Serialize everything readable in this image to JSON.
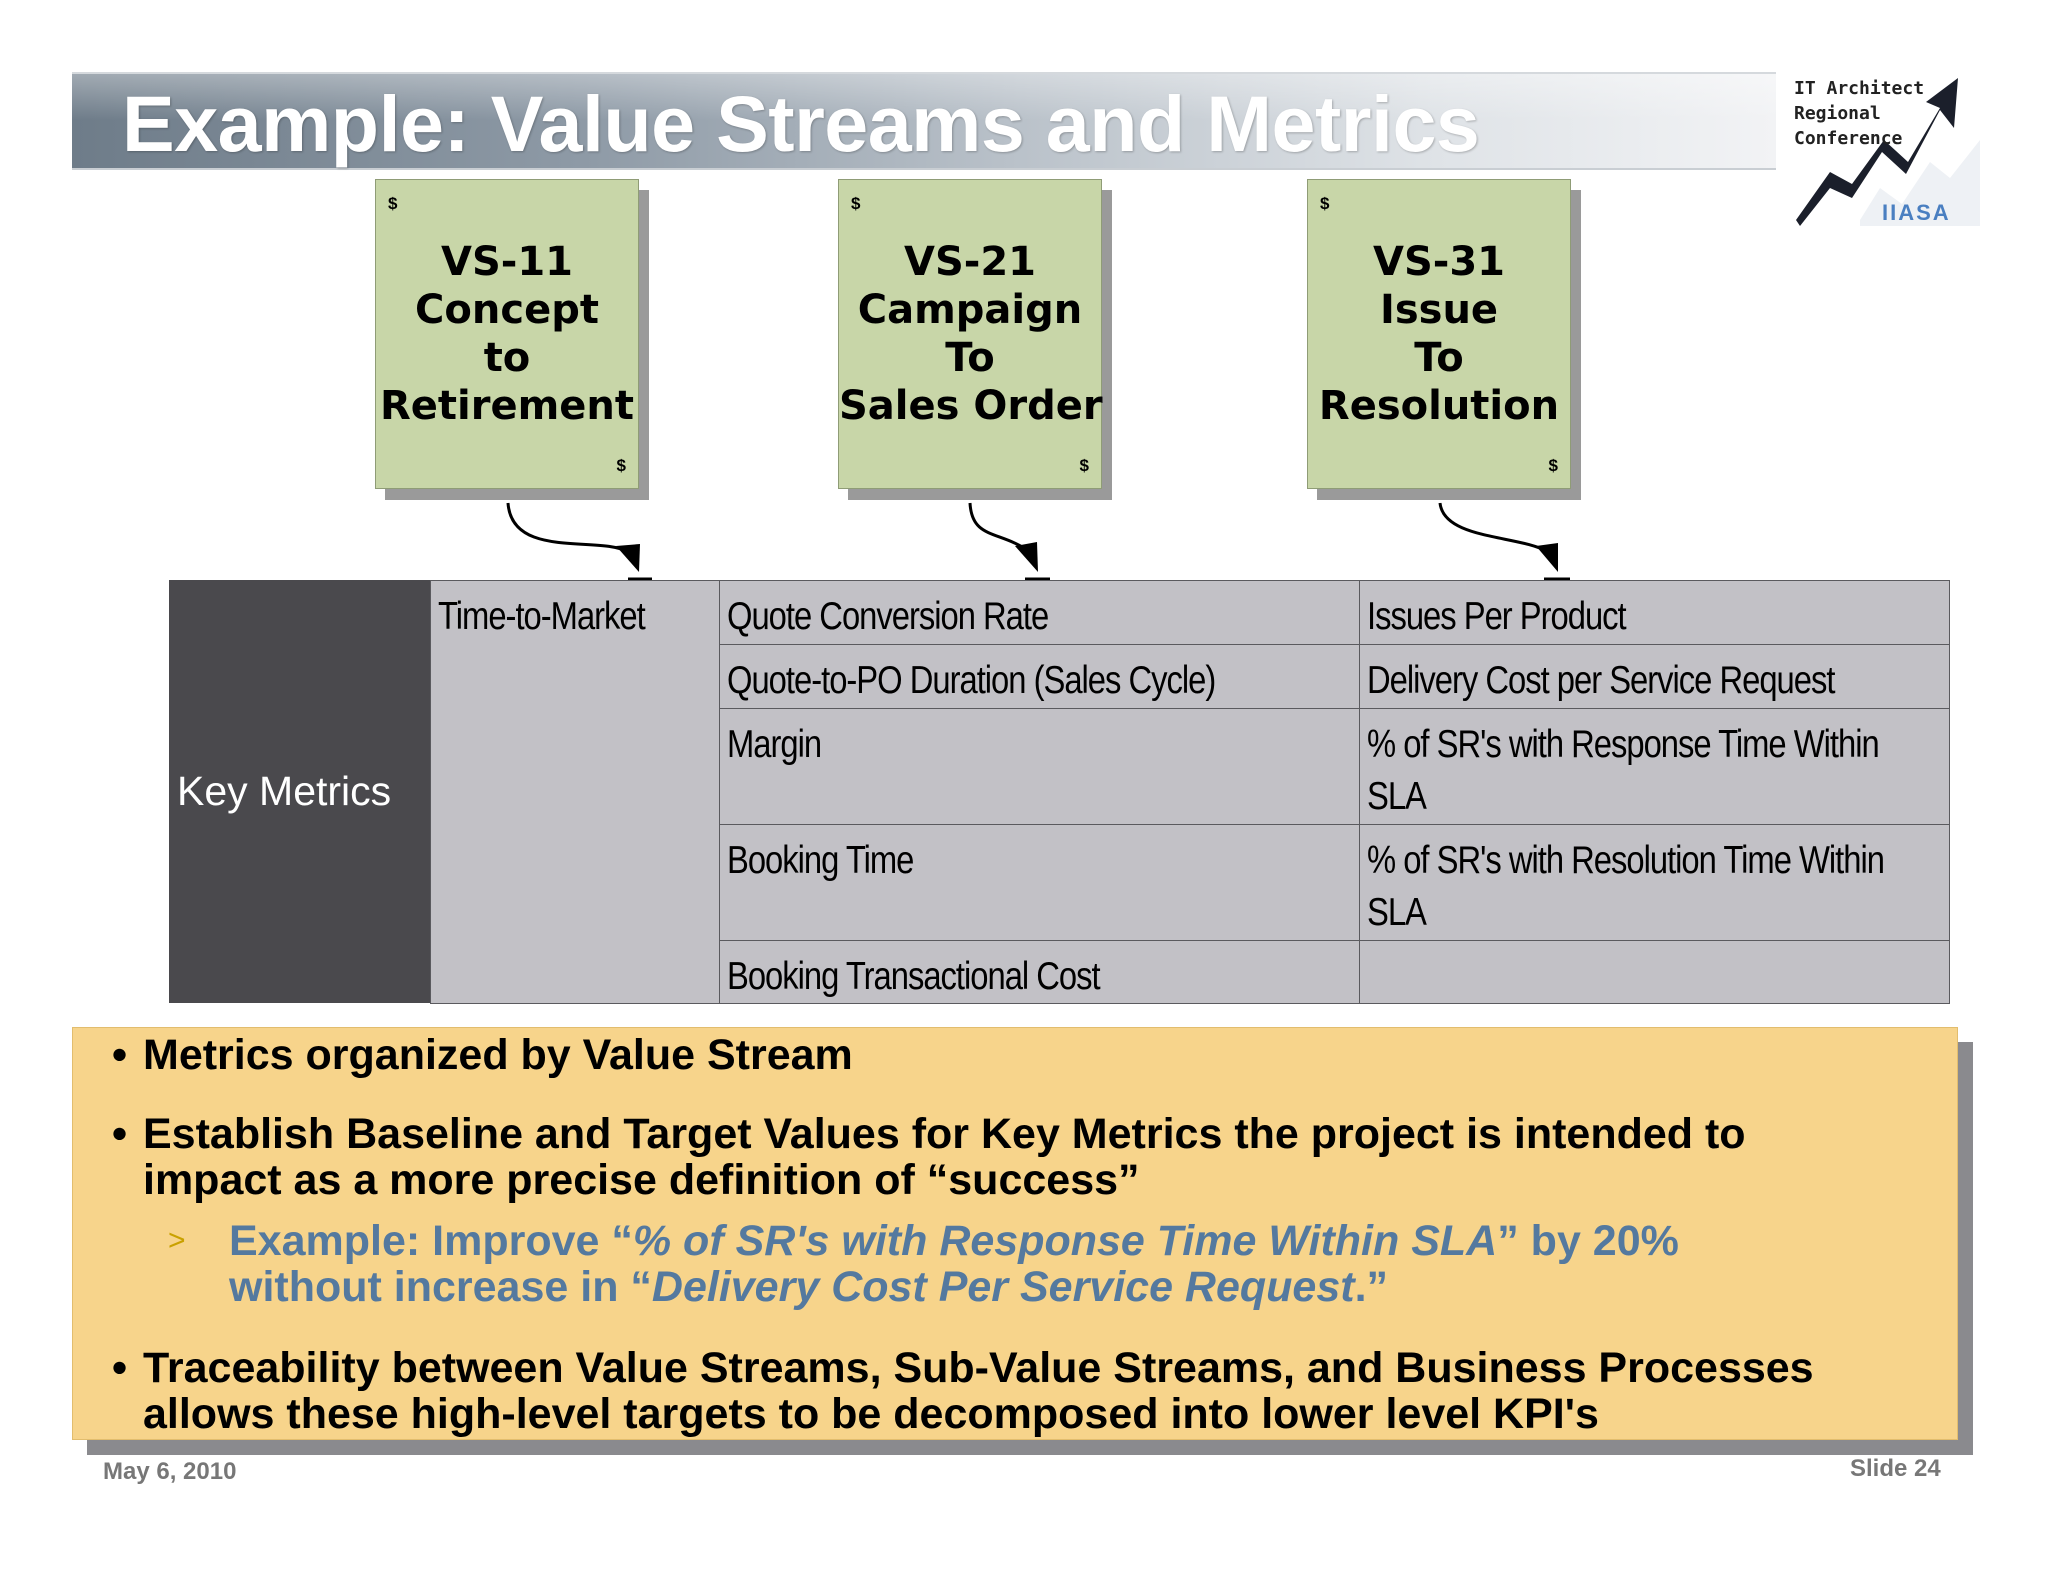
{
  "header": {
    "title": "Example: Value Streams and Metrics"
  },
  "logo": {
    "lines": "IT Architect\nRegional\nConference",
    "brand": "IIASA",
    "icon": "rising-arrow-chart-icon",
    "color": "#4a7fc1"
  },
  "value_streams": [
    {
      "dollar": "$",
      "lines": [
        "VS-11",
        "Concept",
        "to",
        "Retirement"
      ]
    },
    {
      "dollar": "$",
      "lines": [
        "VS-21",
        "Campaign",
        "To",
        "Sales Order"
      ]
    },
    {
      "dollar": "$",
      "lines": [
        "VS-31",
        "Issue",
        "To",
        "Resolution"
      ]
    }
  ],
  "metrics": {
    "label": "Key Metrics",
    "vs11": [
      "Time-to-Market"
    ],
    "vs21": [
      "Quote Conversion Rate",
      "Quote-to-PO Duration (Sales Cycle)",
      "Margin",
      "Booking Time",
      "Booking Transactional Cost"
    ],
    "vs31": [
      "Issues Per Product",
      "Delivery Cost per Service Request",
      "% of SR's with Response Time Within SLA",
      "% of SR's with Resolution Time Within SLA"
    ]
  },
  "notes": {
    "b1": "Metrics organized by Value Stream",
    "b2a": "Establish Baseline and Target Values for Key Metrics the project is intended to",
    "b2b": "impact as a more precise definition of “success”",
    "sub_chevron": ">",
    "sub_p1": "Example: Improve “",
    "sub_i1": "% of SR's with Response Time Within SLA",
    "sub_p2": "” by 20%",
    "sub_p3": "without increase in “",
    "sub_i2": "Delivery Cost Per Service Request",
    "sub_p4": ".”",
    "b3a": "Traceability between Value Streams, Sub-Value Streams, and Business Processes",
    "b3b": "allows these high-level targets to be decomposed into lower level KPI's",
    "bullet_char": "•"
  },
  "footer": {
    "date": "May 6, 2010",
    "slide": "Slide 24"
  },
  "colors": {
    "vs_box": "#c8d6a8",
    "metrics_cell": "#c2c1c6",
    "metrics_label": "#4a494d",
    "notes_bg": "#f7d48b",
    "sub_text": "#54799f"
  }
}
